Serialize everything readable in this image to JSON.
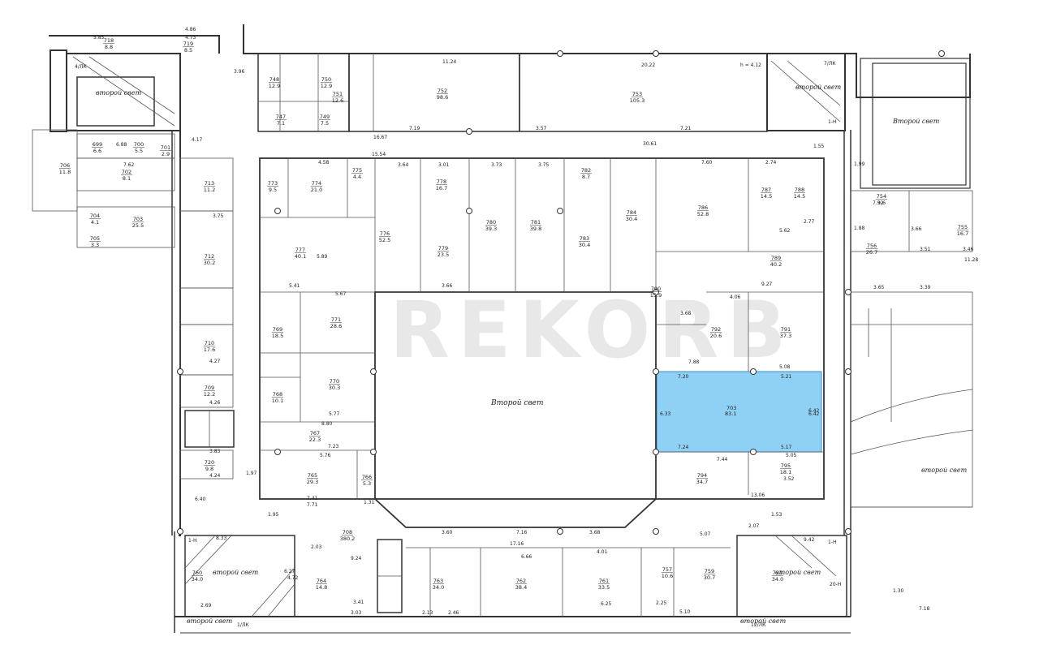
{
  "watermark": "REKORB",
  "highlight": {
    "color": "#8fd0f5",
    "room": "703",
    "area": "83.1",
    "top": "7.20",
    "top_right": "5.21",
    "left": "6.33",
    "right": "6.42",
    "bottom": "7.24",
    "bottom_right": "5.17"
  },
  "atrium_label": "Второй свет",
  "labels": {
    "nw_stair": "4/ЛК",
    "nw_stair_text": "второй свет",
    "ne_stair": "7/ЛК",
    "ne_stair_text": "второй свет",
    "ne_hall": "Второй свет",
    "east_hall": "второй свет",
    "sw_stair": "1-Н",
    "sw_stair_text": "второй свет",
    "se_stair": "1-Н",
    "se_stair_text": "второй свет",
    "sw_bottom": "второй свет",
    "sw_bottom_code": "1/ЛК",
    "se_bottom": "второй свет",
    "se_bottom_code": "12/ЛК",
    "ne_code": "1-Н",
    "se_code": "20-Н",
    "sw_code": "1-Н"
  },
  "rooms": [
    {
      "n": "752",
      "a": "98.6"
    },
    {
      "n": "753",
      "a": "105.3"
    },
    {
      "n": "748",
      "a": "12.9"
    },
    {
      "n": "750",
      "a": "12.9"
    },
    {
      "n": "751",
      "a": "12.6"
    },
    {
      "n": "747",
      "a": "7.1"
    },
    {
      "n": "749",
      "a": "7.5"
    },
    {
      "n": "773",
      "a": "9.5"
    },
    {
      "n": "774",
      "a": "21.0"
    },
    {
      "n": "775",
      "a": "4.4"
    },
    {
      "n": "776",
      "a": "52.5"
    },
    {
      "n": "777",
      "a": "40.1"
    },
    {
      "n": "778",
      "a": "16.7"
    },
    {
      "n": "779",
      "a": "23.5"
    },
    {
      "n": "780",
      "a": "39.3"
    },
    {
      "n": "781",
      "a": "39.8"
    },
    {
      "n": "782",
      "a": "8.7"
    },
    {
      "n": "783",
      "a": "30.4"
    },
    {
      "n": "784",
      "a": "30.4"
    },
    {
      "n": "786",
      "a": "52.8"
    },
    {
      "n": "787",
      "a": "14.5"
    },
    {
      "n": "788",
      "a": "14.5"
    },
    {
      "n": "789",
      "a": "40.2"
    },
    {
      "n": "790",
      "a": "15.9"
    },
    {
      "n": "791",
      "a": "37.3"
    },
    {
      "n": "792",
      "a": "20.6"
    },
    {
      "n": "771",
      "a": "28.6"
    },
    {
      "n": "769",
      "a": "18.5"
    },
    {
      "n": "770",
      "a": "30.3"
    },
    {
      "n": "768",
      "a": "10.1"
    },
    {
      "n": "767",
      "a": "22.3"
    },
    {
      "n": "765",
      "a": "29.3"
    },
    {
      "n": "766",
      "a": "5.3"
    },
    {
      "n": "794",
      "a": "34.7"
    },
    {
      "n": "795",
      "a": "18.1"
    },
    {
      "n": "708",
      "a": "380.2"
    },
    {
      "n": "763",
      "a": "34.0"
    },
    {
      "n": "762",
      "a": "38.4"
    },
    {
      "n": "761",
      "a": "33.5"
    },
    {
      "n": "764",
      "a": "14.8"
    },
    {
      "n": "760",
      "a": "34.0"
    },
    {
      "n": "759",
      "a": "30.7"
    },
    {
      "n": "757",
      "a": "10.6"
    },
    {
      "n": "756",
      "a": "26.7"
    },
    {
      "n": "754",
      "a": "9.6"
    },
    {
      "n": "755",
      "a": "16.7"
    },
    {
      "n": "713",
      "a": "11.2"
    },
    {
      "n": "712",
      "a": "30.2"
    },
    {
      "n": "710",
      "a": "17.6"
    },
    {
      "n": "709",
      "a": "12.2"
    },
    {
      "n": "702",
      "a": "8.1"
    },
    {
      "n": "703",
      "a": "25.5"
    },
    {
      "n": "704",
      "a": "4.1"
    },
    {
      "n": "705",
      "a": "3.3"
    },
    {
      "n": "699",
      "a": "6.6"
    },
    {
      "n": "700",
      "a": "5.5"
    },
    {
      "n": "701",
      "a": "2.9"
    },
    {
      "n": "706",
      "a": "11.8"
    },
    {
      "n": "718",
      "a": "8.8"
    },
    {
      "n": "719",
      "a": "8.5"
    },
    {
      "n": "720",
      "a": "9.8"
    },
    {
      "n": "721",
      "a": "34.0"
    }
  ],
  "dims": [
    "11.24",
    "20.22",
    "h = 4.12",
    "7.19",
    "3.57",
    "7.21",
    "30.61",
    "16.67",
    "5.85",
    "4.73",
    "4.86",
    "3.96",
    "4.58",
    "15.54",
    "3.64",
    "3.01",
    "3.73",
    "3.75",
    "7.60",
    "2.74",
    "8.80",
    "5.89",
    "5.41",
    "5.67",
    "3.66",
    "7.88",
    "5.08",
    "4.06",
    "9.27",
    "5.62",
    "2.77",
    "3.68",
    "5.77",
    "7.23",
    "5.76",
    "7.41",
    "7.71",
    "13.06",
    "3.52",
    "5.05",
    "7.44",
    "3.60",
    "7.16",
    "3.68",
    "17.16",
    "6.66",
    "4.01",
    "6.25",
    "5.07",
    "2.07",
    "1.53",
    "9.42",
    "8.33",
    "2.03",
    "3.41",
    "3.03",
    "2.13",
    "2.46",
    "5.10",
    "2.25",
    "6.40",
    "1.97",
    "1.95",
    "3.75",
    "4.27",
    "4.26",
    "3.83",
    "4.24",
    "7.62",
    "6.88",
    "4.17",
    "6.42",
    "1.99",
    "1.88",
    "3.65",
    "3.39",
    "7.32",
    "3.66",
    "3.51",
    "3.46",
    "11.28",
    "7.18",
    "1.30",
    "1.55",
    "2.69",
    "1.31",
    "9.24",
    "4.72",
    "6.27"
  ]
}
